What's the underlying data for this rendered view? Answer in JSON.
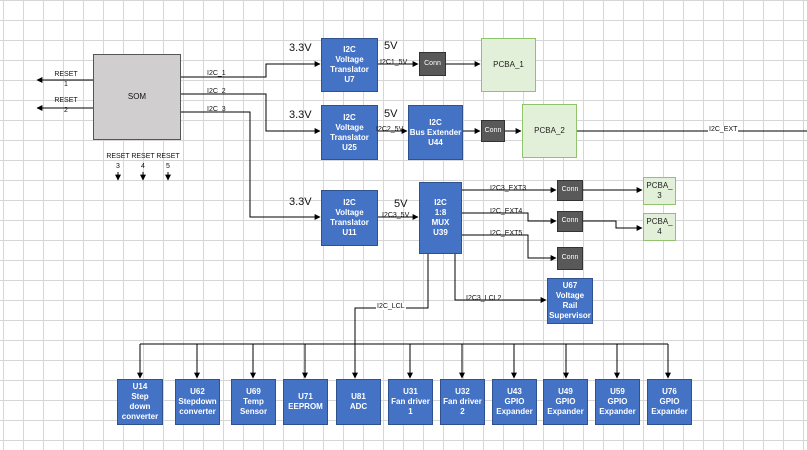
{
  "som": {
    "label": "SOM"
  },
  "resets": {
    "r1": "RESET\n1",
    "r2": "RESET\n2",
    "r3": "RESET\n3",
    "r4": "RESET\n4",
    "r5": "RESET\n5"
  },
  "buses": {
    "i2c1": "I2C_1",
    "i2c2": "I2C_2",
    "i2c3": "I2C_3",
    "i2c1_5v": "I2C1_5V",
    "i2c2_5v": "I2C2_5V",
    "i2c3_5v": "I2C3_5V",
    "i2c3_ext3": "I2C3_EXT3",
    "i2c_ext4": "I2C_EXT4",
    "i2c_ext5": "I2C_EXT5",
    "i2c3_lcl2": "I2C3_LCL2",
    "i2c_lcl": "I2C_LCL",
    "i2c_ext": "I2C_EXT"
  },
  "voltages": {
    "u7_in": "3.3V",
    "u7_out": "5V",
    "u25_in": "3.3V",
    "u25_out": "5V",
    "u11_in": "3.3V",
    "u11_out": "5V"
  },
  "translators": {
    "u7": "I2C\nVoltage\nTranslator\nU7",
    "u25": "I2C\nVoltage\nTranslator\nU25",
    "u11": "I2C\nVoltage\nTranslator\nU11"
  },
  "u44": "I2C\nBus Extender\nU44",
  "mux": "I2C\n1:8\nMUX\nU39",
  "u67": "U67\nVoltage\nRail\nSupervisor",
  "conn": {
    "c1": "Conn",
    "c2": "Conn",
    "c3": "Conn",
    "c4": "Conn",
    "c5": "Conn"
  },
  "pcba": {
    "p1": "PCBA_1",
    "p2": "PCBA_2",
    "p3": "PCBA_\n3",
    "p4": "PCBA_\n4"
  },
  "devices": {
    "u14": "U14\nStep\ndown\nconverter",
    "u62": "U62\nStepdown\nconverter",
    "u69": "U69\nTemp\nSensor",
    "u71": "U71\nEEPROM",
    "u81": "U81\nADC",
    "u31": "U31\nFan driver\n1",
    "u32": "U32\nFan driver\n2",
    "u43": "U43\nGPIO\nExpander",
    "u49": "U49\nGPIO\nExpander",
    "u59": "U59\nGPIO\nExpander",
    "u76": "U76\nGPIO\nExpander"
  },
  "colors": {
    "device_blue": "#4472c4",
    "pcba_green": "#e2f0d9",
    "conn_gray": "#595959",
    "som_gray": "#d0cece",
    "wire": "#000000"
  }
}
